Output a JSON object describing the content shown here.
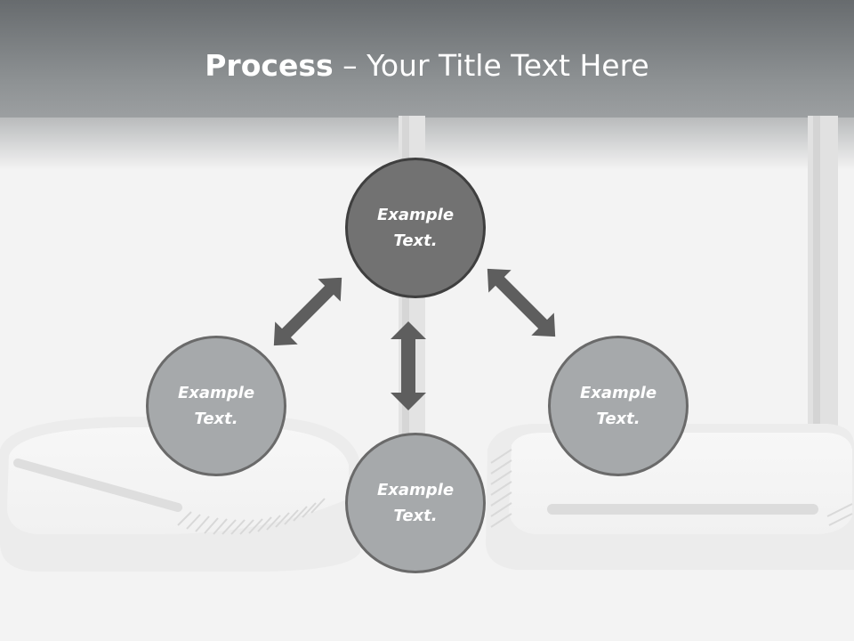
{
  "title": {
    "bold": "Process",
    "dash": " – ",
    "rest": "Your Title Text Here"
  },
  "nodes": {
    "top": "Example Text.",
    "left": "Example Text.",
    "bottom": "Example Text.",
    "right": "Example Text."
  },
  "colors": {
    "header": "#6b6f72",
    "node_primary": "#727272",
    "node_secondary": "#a6a9ab",
    "node_border": "#555555",
    "arrow": "#5e5e5e"
  }
}
